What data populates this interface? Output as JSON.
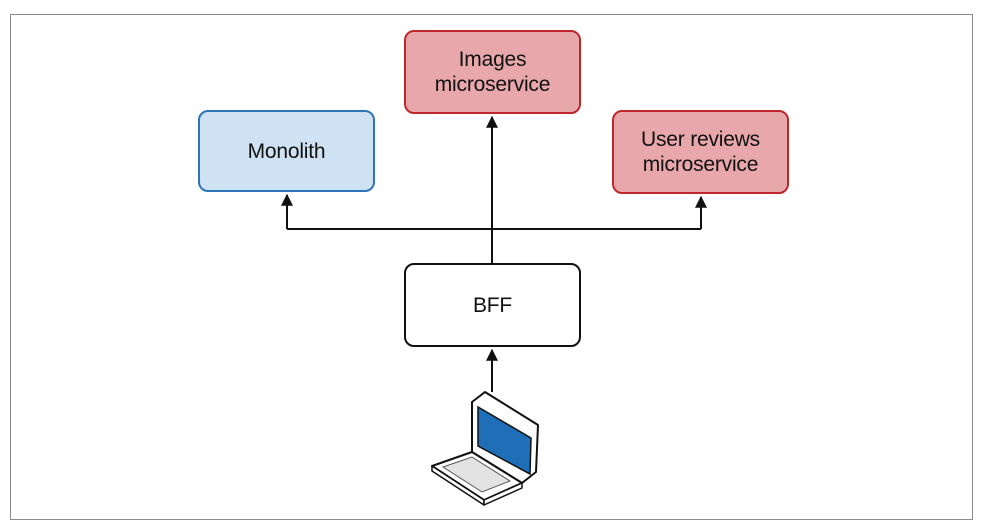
{
  "colors": {
    "blue_fill": "#cfe2f3",
    "blue_stroke": "#2f75b5",
    "red_fill": "#e8a7ab",
    "red_stroke": "#c0272d",
    "laptop_screen": "#1f6fb8"
  },
  "nodes": {
    "monolith": "Monolith",
    "images": "Images\nmicroservice",
    "reviews": "User reviews\nmicroservice",
    "bff": "BFF"
  },
  "client": {
    "icon": "laptop-icon"
  }
}
